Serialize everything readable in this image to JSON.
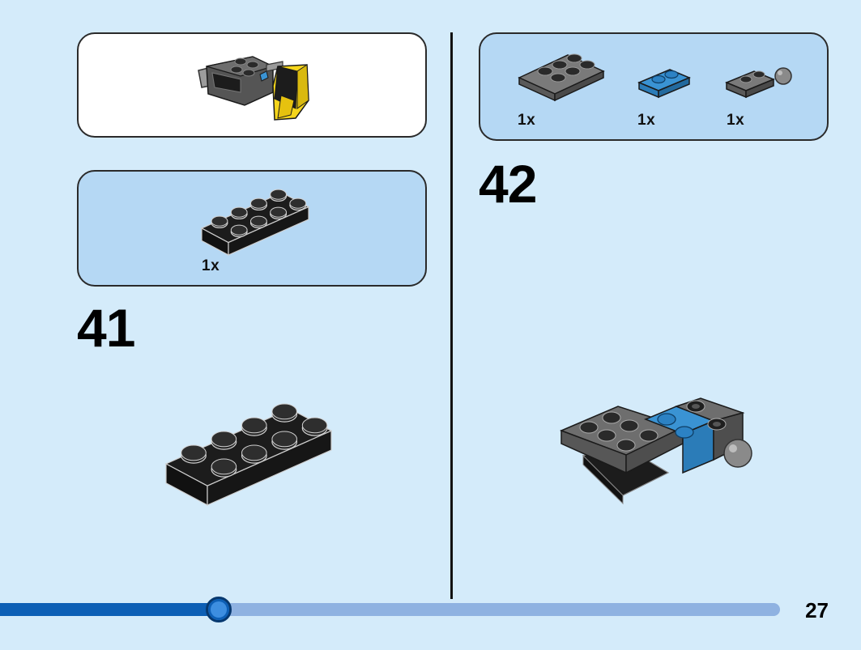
{
  "steps": [
    {
      "number": "41",
      "parts": [
        {
          "qty": "1x",
          "part": "black-plate-2x4"
        }
      ]
    },
    {
      "number": "42",
      "parts": [
        {
          "qty": "1x",
          "part": "gray-plate-2x3"
        },
        {
          "qty": "1x",
          "part": "blue-plate-1x2"
        },
        {
          "qty": "1x",
          "part": "gray-plate-with-ball"
        }
      ]
    }
  ],
  "progress": {
    "fraction": 0.28
  },
  "page_number": "27",
  "colors": {
    "background": "#d4ebfa",
    "parts_panel": "#b5d8f4",
    "black_brick": "#1c1c1c",
    "gray_brick": "#6e6e6e",
    "blue_brick": "#3a93d3",
    "yellow_brick": "#f5d51b",
    "progress_fill": "#0d5fb5",
    "progress_track": "#8fb2e1"
  }
}
